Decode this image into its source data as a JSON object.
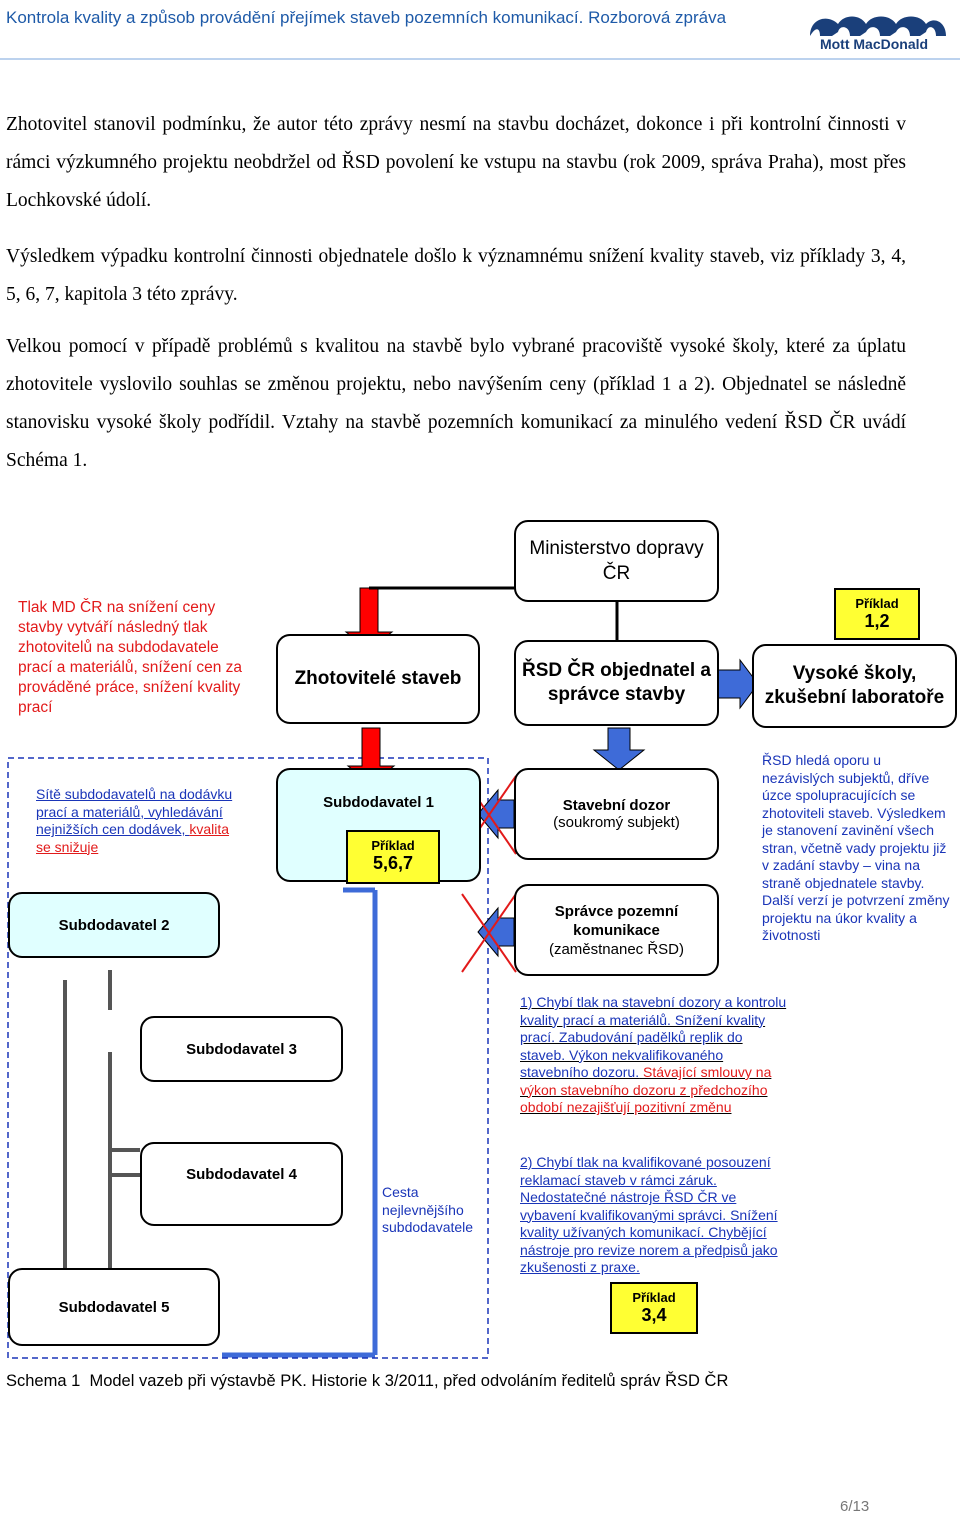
{
  "header": {
    "title": "Kontrola kvality a způsob provádění přejímek staveb pozemních komunikací. Rozborová zpráva",
    "logo_text": "Mott MacDonald"
  },
  "paragraphs": [
    "Zhotovitel stanovil podmínku, že autor této zprávy nesmí na stavbu docházet, dokonce i při kontrolní činnosti v rámci výzkumného projektu neobdržel od ŘSD povolení ke vstupu na stavbu (rok 2009, správa Praha), most přes Lochkovské údolí.",
    "Výsledkem výpadku kontrolní činnosti objednatele došlo k významnému snížení kvality staveb, viz příklady 3, 4, 5, 6, 7, kapitola 3 této zprávy.",
    "Velkou pomocí v případě problémů s kvalitou na stavbě bylo vybrané pracoviště vysoké školy, které za úplatu zhotovitele vyslovilo souhlas se změnou projektu, nebo navýšením ceny (příklad 1 a 2). Objednatel se následně stanovisku vysoké školy podřídil. Vztahy na stavbě pozemních komunikací za minulého vedení ŘSD ČR uvádí Schéma 1."
  ],
  "diagram": {
    "ministry": "Ministerstvo dopravy ČR",
    "contractors": "Zhotovitelé staveb",
    "rsd": "ŘSD ČR objednatel a správce stavby",
    "universities": "Vysoké školy, zkušební laboratoře",
    "example_label": "Příklad",
    "example_12": "1,2",
    "example_567": "5,6,7",
    "example_34": "3,4",
    "pressure_note": "Tlak MD ČR na snížení ceny stavby vytváří následný tlak zhotovitelů na subdodavatele prací a materiálů, snížení cen za prováděné práce, snížení kvality prací",
    "subnet_note_1": "Sítě subdodavatelů na dodávku prací a materiálů, vyhledávání nejnižších cen dodávek, ",
    "subnet_note_2": "kvalita se snižuje",
    "sub1": "Subdodavatel 1",
    "sub2": "Subdodavatel 2",
    "sub3": "Subdodavatel 3",
    "sub4": "Subdodavatel 4",
    "sub5": "Subdodavatel 5",
    "cheapest_path": "Cesta nejlevnějšího subdodavatele",
    "supervision_title": "Stavební dozor",
    "supervision_sub": "(soukromý subjekt)",
    "road_admin_title": "Správce pozemní komunikace",
    "road_admin_sub": "(zaměstnanec ŘSD)",
    "rsd_support_note": "ŘSD hledá oporu u nezávislých subjektů, dříve úzce spolupracujících se zhotoviteli staveb. Výsledkem je stanovení zavinění všech stran, včetně vady projektu již v zadání stavby – vina na straně objednatele stavby. Další verzí je potvrzení změny projektu na úkor kvality a životnosti",
    "note1_blue": "1) Chybí tlak na stavební dozory a kontrolu kvality prací a materiálů. Snížení kvality prací. Zabudování padělků replik do staveb. Výkon nekvalifikovaného stavebního dozoru.",
    "note1_red": "Stávající smlouvy na výkon stavebního dozoru z předchozího období nezajišťují pozitivní změnu",
    "note2_blue": "2) Chybí tlak na kvalifikované posouzení reklamací staveb v rámci záruk. Nedostatečné nástroje ŘSD ČR ve vybavení kvalifikovanými správci. Snížení kvality užívaných komunikací. Chybějící nástroje pro revize norem a předpisů jako zkušenosti z praxe."
  },
  "caption": "Schema 1  Model vazeb při výstavbě PK. Historie k 3/2011, před odvoláním ředitelů správ ŘSD ČR",
  "page_number": "6/13",
  "colors": {
    "header_blue": "#1e5aa8",
    "logo_blue": "#1a3f7a",
    "note_red": "#e21a1a",
    "note_blue": "#1a35b8",
    "arrow_red": "#ff0000",
    "arrow_blue": "#3e6bd8",
    "box_cyan": "#e0ffff",
    "example_yellow": "#ffff33"
  }
}
